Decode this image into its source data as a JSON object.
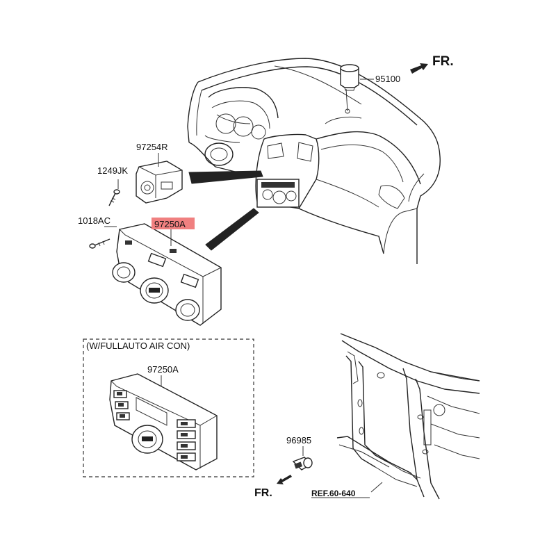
{
  "labels": {
    "p95100": "95100",
    "p97254R": "97254R",
    "p1249JK": "1249JK",
    "p1018AC": "1018AC",
    "p97250A_hl": "97250A",
    "p97250A_box": "97250A",
    "p96985": "96985",
    "fr_top": "FR.",
    "fr_bottom": "FR.",
    "ref": "REF.60-640",
    "box_title": "(W/FULLAUTO AIR CON)"
  },
  "colors": {
    "highlight": "#f08080",
    "ink": "#222222"
  },
  "icons": {
    "front_arrow": "arrow-right-icon",
    "front_arrow_bottom": "arrow-left-icon"
  }
}
